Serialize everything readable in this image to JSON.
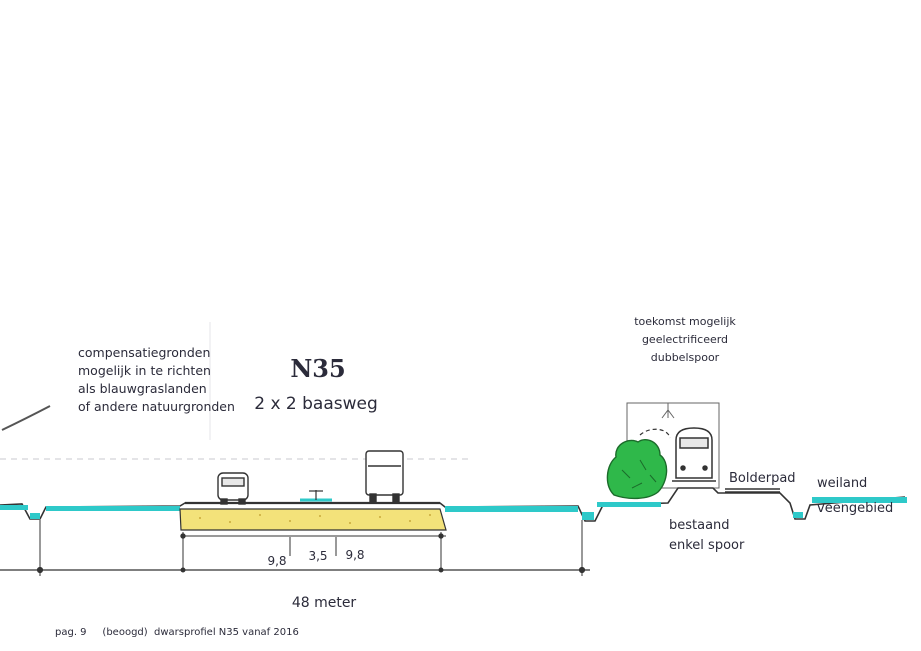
{
  "left_note": {
    "lines": [
      "compensatiegronden",
      "mogelijk in te richten",
      "als blauwgraslanden",
      "of andere natuurgronden"
    ]
  },
  "road": {
    "name": "N35",
    "type": "2 x 2 baasweg"
  },
  "future_note": {
    "lines": [
      "toekomst mogelijk",
      "geelectrificeerd",
      "dubbelspoor"
    ]
  },
  "labels": {
    "bolderpad": "Bolderpad",
    "weiland": "weiland",
    "veengebied": "veengebied",
    "existing_track_1": "bestaand",
    "existing_track_2": "enkel spoor"
  },
  "dimensions": {
    "lane_left": "9,8",
    "median": "3,5",
    "lane_right": "9,8",
    "total": "48 meter"
  },
  "footer": "pag. 9     (beoogd)  dwarsprofiel N35 vanaf 2016",
  "colors": {
    "ink": "#2b2b3a",
    "water": "#2ec9c9",
    "sand": "#f3e27a",
    "bush": "#2fb84a"
  }
}
